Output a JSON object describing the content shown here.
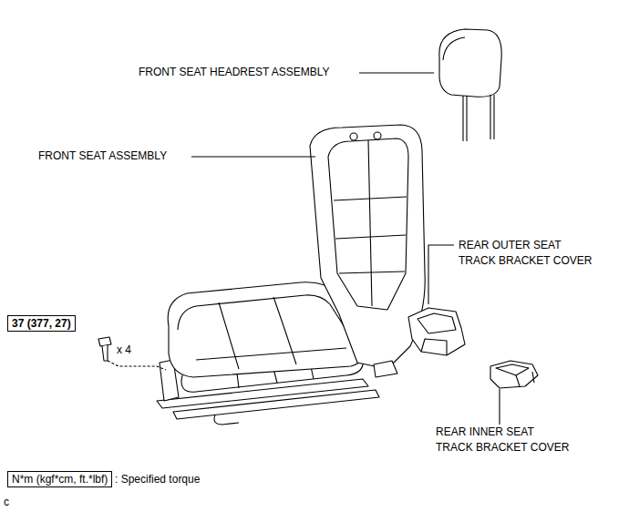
{
  "diagram": {
    "nodes": [
      {
        "text": [
          "37 (377, 27)"
        ]
      },
      {
        "text": [
          "N*m (kgf*cm, ft.*lbf)"
        ]
      }
    ],
    "labels": [
      "FRONT SEAT HEADREST ASSEMBLY",
      "FRONT SEAT ASSEMBLY",
      "REAR OUTER SEAT TRACK BRACKET COVER",
      "REAR INNER SEAT TRACK BRACKET COVER",
      "x 4",
      ": Specified torque",
      "c"
    ]
  }
}
